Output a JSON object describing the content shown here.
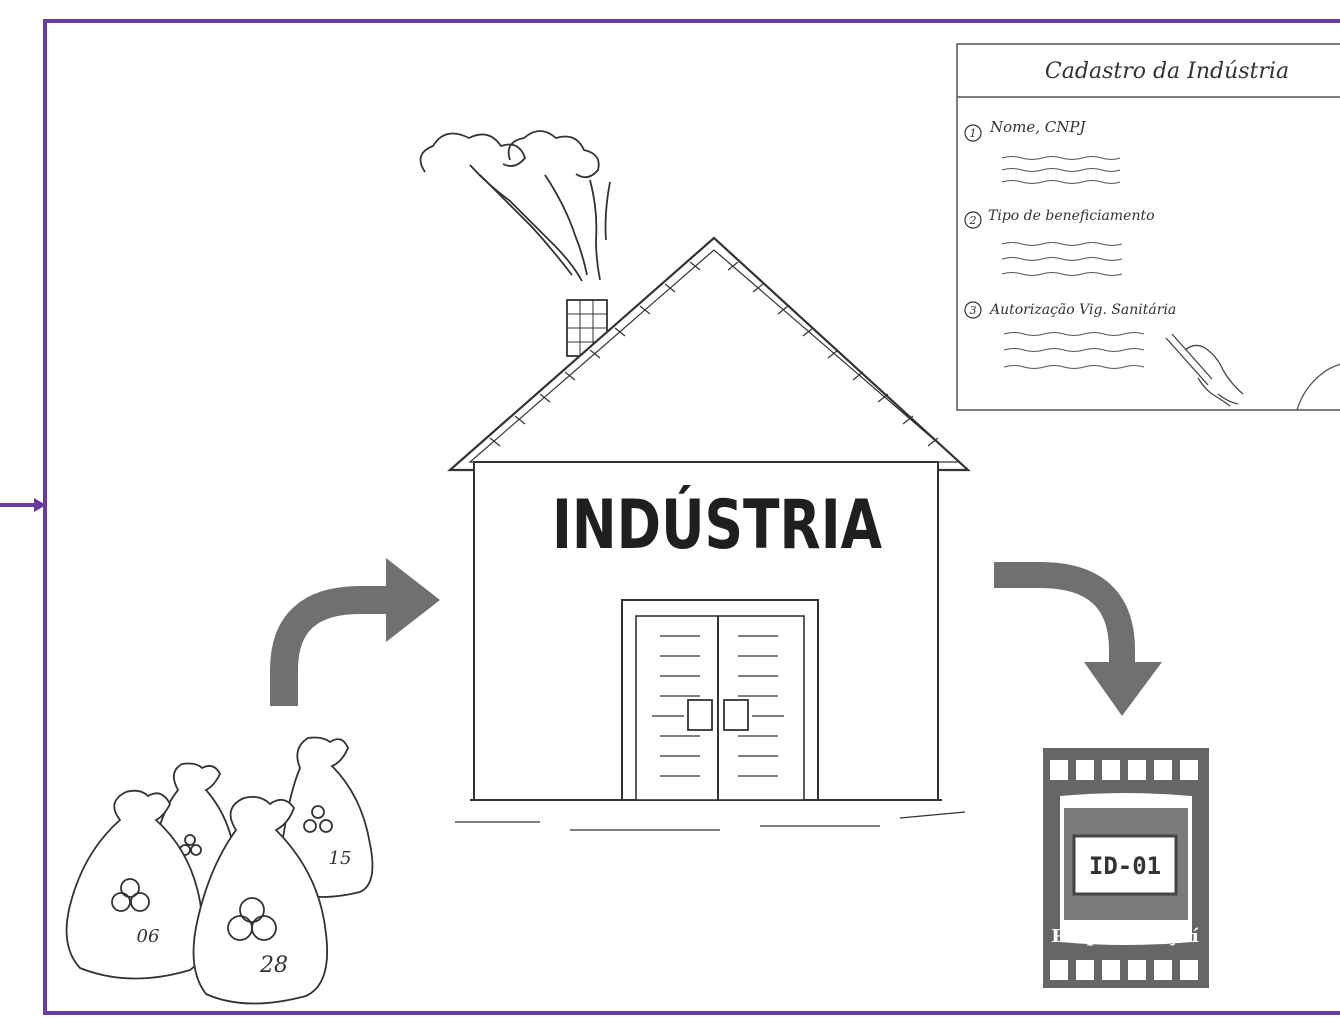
{
  "registration_form": {
    "title": "Cadastro da Indústria",
    "items": [
      {
        "number": "1",
        "label": "Nome, CNPJ"
      },
      {
        "number": "2",
        "label": "Tipo de beneficiamento"
      },
      {
        "number": "3",
        "label": "Autorização Vig. Sanitária"
      }
    ]
  },
  "factory": {
    "label": "INDÚSTRIA"
  },
  "bags": [
    {
      "number": "06"
    },
    {
      "number": "28"
    },
    {
      "number": "15"
    }
  ],
  "product_package": {
    "id": "ID-01",
    "name": "Polpa de açaí"
  },
  "colors": {
    "frame": "#6a3aa0",
    "arrow": "#707070",
    "package": "#666666",
    "ink": "#222222"
  }
}
